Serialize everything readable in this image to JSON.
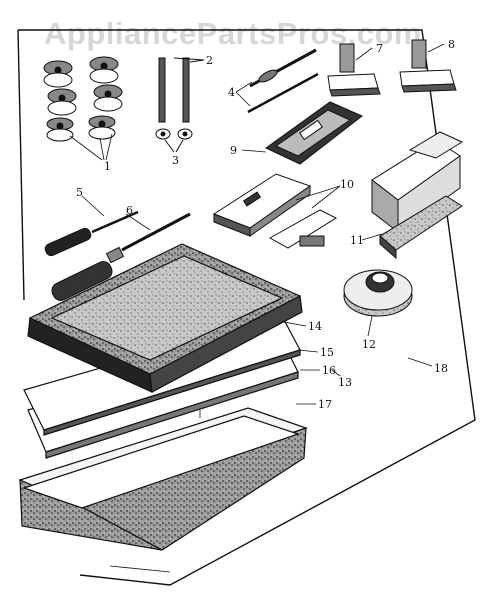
{
  "watermark": "AppliancePartsPros.com",
  "callouts": [
    {
      "id": "1",
      "text": "1"
    },
    {
      "id": "2",
      "text": "2"
    },
    {
      "id": "3",
      "text": "3"
    },
    {
      "id": "4",
      "text": "4"
    },
    {
      "id": "5",
      "text": "5"
    },
    {
      "id": "6",
      "text": "6"
    },
    {
      "id": "7",
      "text": "7"
    },
    {
      "id": "8",
      "text": "8"
    },
    {
      "id": "9",
      "text": "9"
    },
    {
      "id": "10",
      "text": "10"
    },
    {
      "id": "11",
      "text": "11"
    },
    {
      "id": "12",
      "text": "12"
    },
    {
      "id": "13",
      "text": "13"
    },
    {
      "id": "14",
      "text": "14"
    },
    {
      "id": "15",
      "text": "15"
    },
    {
      "id": "16",
      "text": "16"
    },
    {
      "id": "17",
      "text": "17"
    },
    {
      "id": "18",
      "text": "18"
    }
  ],
  "colors": {
    "ink": "#111111",
    "watermark": "#d7d7d7",
    "shade": "#6e6e6e"
  }
}
